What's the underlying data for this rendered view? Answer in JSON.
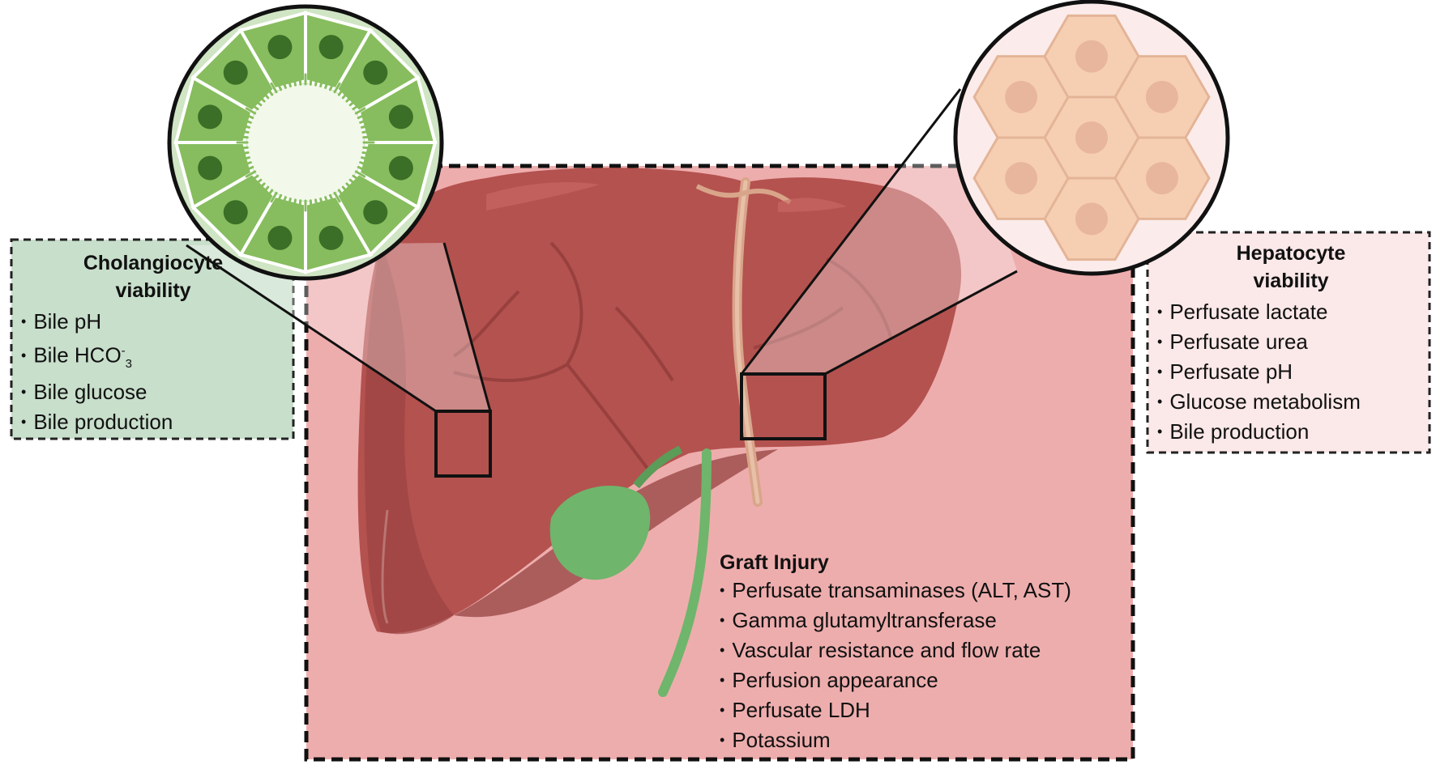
{
  "cholangiocyte": {
    "title_line1": "Cholangiocyte",
    "title_line2": "viability",
    "items": [
      "Bile pH",
      "Bile HCO",
      "Bile glucose",
      "Bile production"
    ],
    "hco3_sup": "-",
    "hco3_sub": "3"
  },
  "hepatocyte": {
    "title_line1": "Hepatocyte",
    "title_line2": "viability",
    "items": [
      "Perfusate lactate",
      "Perfusate urea",
      "Perfusate pH",
      "Glucose metabolism",
      "Bile production"
    ]
  },
  "graft": {
    "title": "Graft Injury",
    "items": [
      "Perfusate transaminases (ALT, AST)",
      "Gamma glutamyltransferase",
      "Vascular resistance and flow rate",
      "Perfusion appearance",
      "Perfusate LDH",
      "Potassium"
    ]
  },
  "colors": {
    "cholangio_bg": "#c8dfcb",
    "hepato_bg": "#fbe8e8",
    "graft_bg": "#eeadad",
    "liver": "#b4524f",
    "liver_dark": "#8e3a39",
    "gallbladder": "#6fb56c",
    "cell_green": "#87bd5e",
    "nucleus_green": "#3b6e26",
    "hepatocyte_cell": "#f6cfb3",
    "lumen": "#f2f8ea"
  }
}
